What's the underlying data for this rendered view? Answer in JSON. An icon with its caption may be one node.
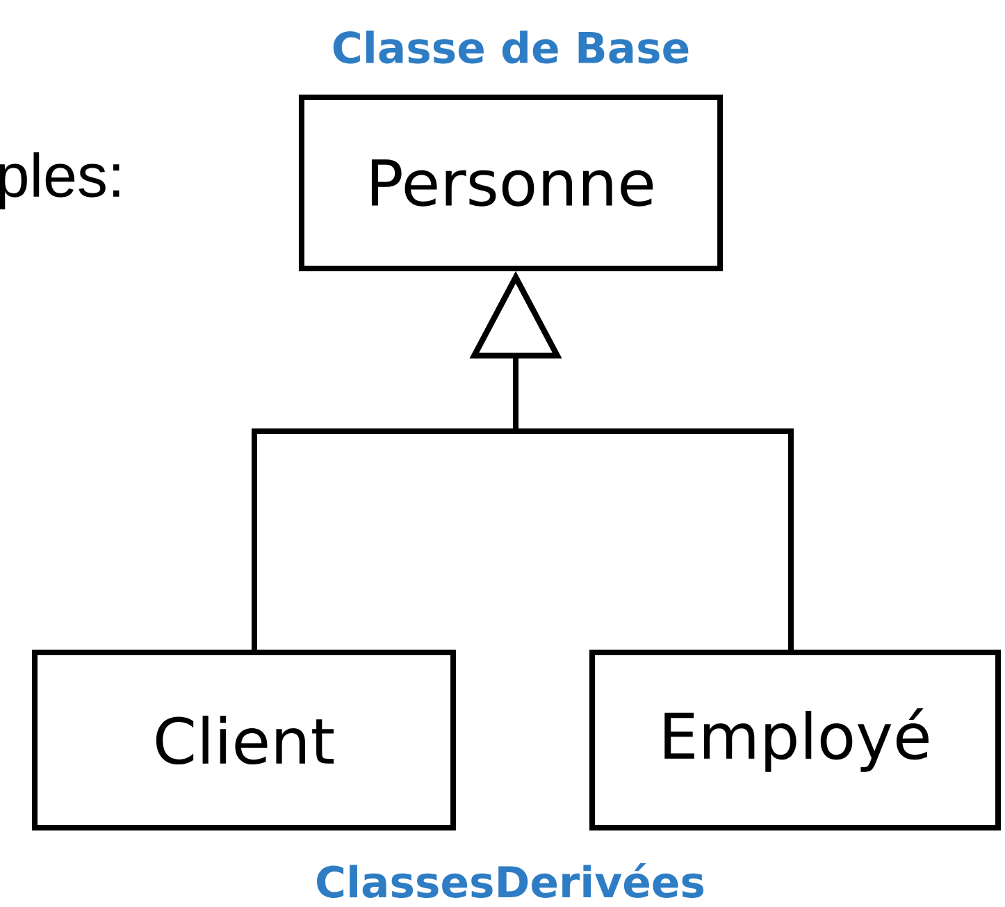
{
  "diagram": {
    "nodes": [
      {
        "text": [
          "Personne"
        ],
        "beside": [
          "Classe de Base"
        ]
      },
      {
        "text": [
          "Client"
        ]
      },
      {
        "text": [
          "Employé"
        ]
      }
    ],
    "edges": [
      {
        "from": 1,
        "to": 0,
        "arrow": "to"
      },
      {
        "from": 2,
        "to": 0,
        "arrow": "to"
      }
    ],
    "labels": [
      "ples:",
      "ClassesDerivées"
    ]
  }
}
